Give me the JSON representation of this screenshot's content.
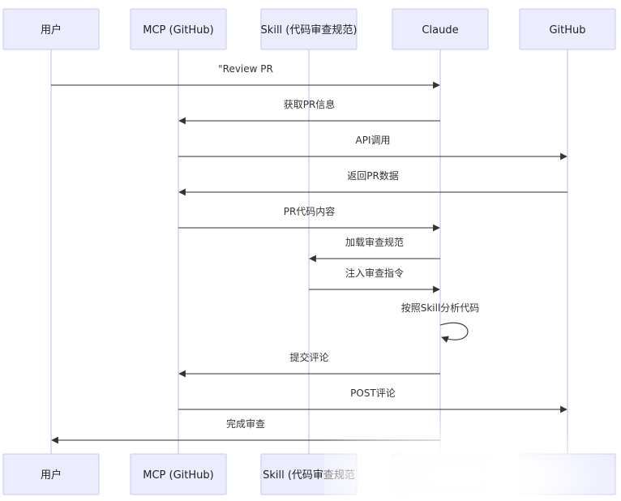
{
  "participants": [
    {
      "id": "user",
      "label": "用户"
    },
    {
      "id": "mcp",
      "label": "MCP (GitHub)"
    },
    {
      "id": "skill",
      "label": "Skill (代码审查规范)"
    },
    {
      "id": "claude",
      "label": "Claude"
    },
    {
      "id": "github",
      "label": "GitHub"
    }
  ],
  "bottom_labels": [
    "用户",
    "MCP (GitHub)",
    "Skill (代码审查规范",
    "",
    ""
  ],
  "messages": [
    {
      "from": "user",
      "to": "claude",
      "text": "\"Review PR"
    },
    {
      "from": "claude",
      "to": "mcp",
      "text": "获取PR信息"
    },
    {
      "from": "mcp",
      "to": "github",
      "text": "API调用"
    },
    {
      "from": "github",
      "to": "mcp",
      "text": "返回PR数据"
    },
    {
      "from": "mcp",
      "to": "claude",
      "text": "PR代码内容"
    },
    {
      "from": "claude",
      "to": "skill",
      "text": "加载审查规范"
    },
    {
      "from": "skill",
      "to": "claude",
      "text": "注入审查指令"
    },
    {
      "from": "claude",
      "to": "claude",
      "text": "按照Skill分析代码"
    },
    {
      "from": "claude",
      "to": "mcp",
      "text": "提交评论"
    },
    {
      "from": "mcp",
      "to": "github",
      "text": "POST评论"
    },
    {
      "from": "claude",
      "to": "user",
      "text": "完成审查"
    }
  ]
}
